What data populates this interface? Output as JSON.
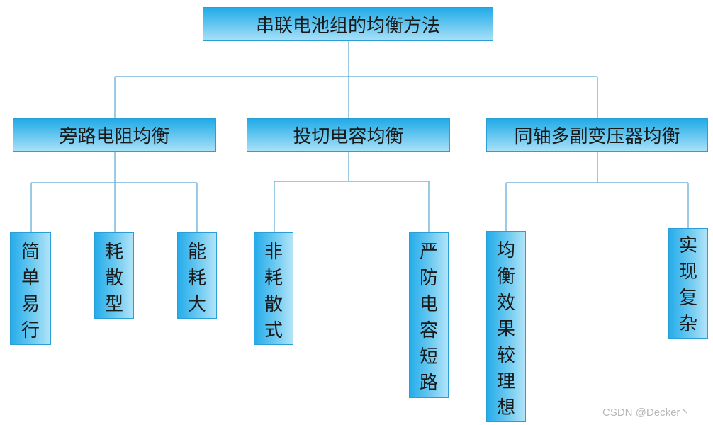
{
  "diagram": {
    "root": {
      "label": "串联电池组的均衡方法"
    },
    "branches": [
      {
        "label": "旁路电阻均衡",
        "leaves": [
          "简单易行",
          "耗散型",
          "能耗大"
        ]
      },
      {
        "label": "投切电容均衡",
        "leaves": [
          "非耗散式",
          "严防电容短路"
        ]
      },
      {
        "label": "同轴多副变压器均衡",
        "leaves": [
          "均衡效果较理想",
          "实现复杂"
        ]
      }
    ]
  },
  "watermark": "CSDN @Decker丶",
  "colors": {
    "node_fill_dark": "#22aae7",
    "node_fill_light": "#a9e0f7",
    "node_border": "#2a9fd6",
    "connector": "#5aa6d4",
    "text": "#1a1a1a",
    "watermark": "#b8b8b8"
  }
}
